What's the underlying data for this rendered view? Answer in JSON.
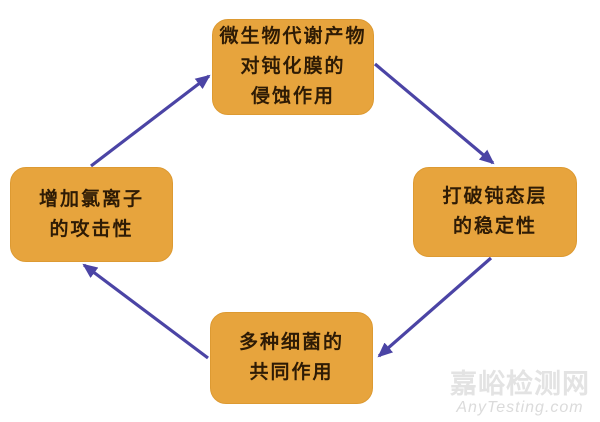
{
  "diagram": {
    "type": "cycle",
    "nodes": [
      {
        "id": "top",
        "lines": [
          "微生物代谢产物",
          "对钝化膜的",
          "侵蚀作用"
        ]
      },
      {
        "id": "right",
        "lines": [
          "打破钝态层",
          "的稳定性"
        ]
      },
      {
        "id": "bottom",
        "lines": [
          "多种细菌的",
          "共同作用"
        ]
      },
      {
        "id": "left",
        "lines": [
          "增加氯离子",
          "的攻击性"
        ]
      }
    ],
    "arrows": [
      {
        "from": "left",
        "to": "top"
      },
      {
        "from": "top",
        "to": "right"
      },
      {
        "from": "right",
        "to": "bottom"
      },
      {
        "from": "bottom",
        "to": "left"
      }
    ],
    "colors": {
      "node_fill": "#E7A43D",
      "node_text": "#2E1B05",
      "arrow": "#4B44A5"
    }
  },
  "watermark": {
    "cn": "嘉峪检测网",
    "en": "AnyTesting.com",
    "color": "#E3E3E3"
  }
}
